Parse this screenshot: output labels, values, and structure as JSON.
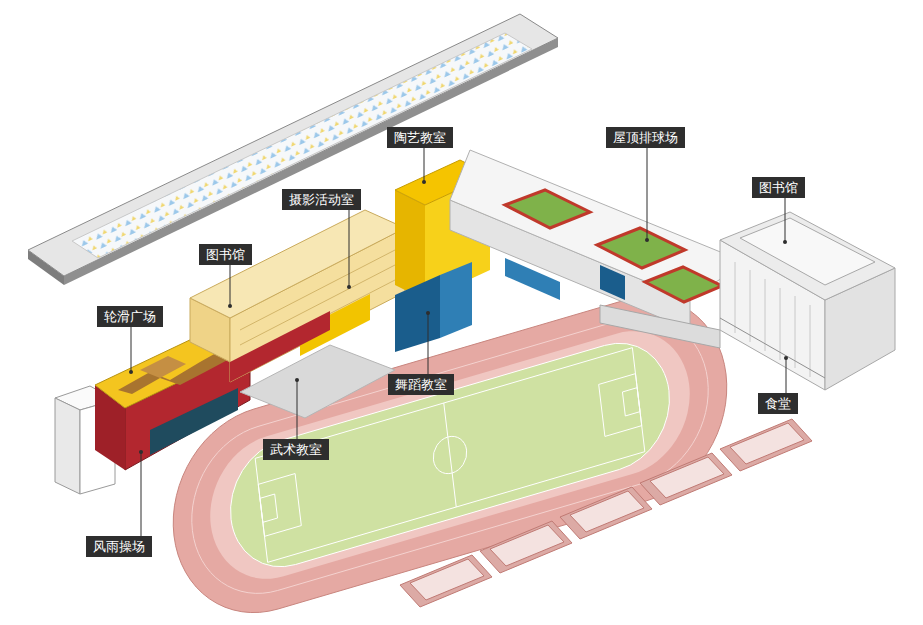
{
  "diagram": {
    "nodes": [
      {
        "text": [
          "陶艺教室"
        ]
      },
      {
        "text": [
          "屋顶排球场"
        ]
      },
      {
        "text": [
          "图书馆"
        ]
      },
      {
        "text": [
          "摄影活动室"
        ]
      },
      {
        "text": [
          "图书馆"
        ]
      },
      {
        "text": [
          "轮滑广场"
        ]
      },
      {
        "text": [
          "舞蹈教室"
        ]
      },
      {
        "text": [
          "食堂"
        ]
      },
      {
        "text": [
          "武术教室"
        ]
      },
      {
        "text": [
          "风雨操场"
        ]
      }
    ]
  }
}
